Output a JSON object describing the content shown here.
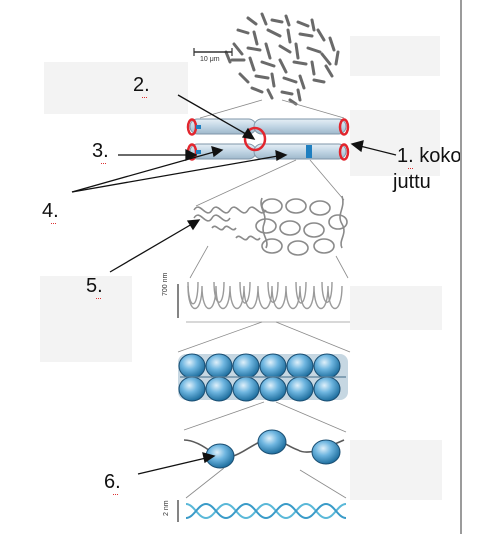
{
  "labels": {
    "l1": "1. koko",
    "l1b": "juttu",
    "l2": "2.",
    "l3": "3.",
    "l4": "4.",
    "l5": "5.",
    "l6": "6."
  },
  "scale_bars": {
    "karyotype": "10 μm",
    "loops": "700 nm",
    "dna": "2 nm"
  },
  "colors": {
    "chromatid_fill": "#c6d9e7",
    "chromatid_stroke": "#7f96a8",
    "telomere_red": "#e2262e",
    "band_blue": "#1f7fc0",
    "nucleosome_blue": "#3d9ad2",
    "dna_blue": "#5ab8d8",
    "arrow": "#111111"
  }
}
